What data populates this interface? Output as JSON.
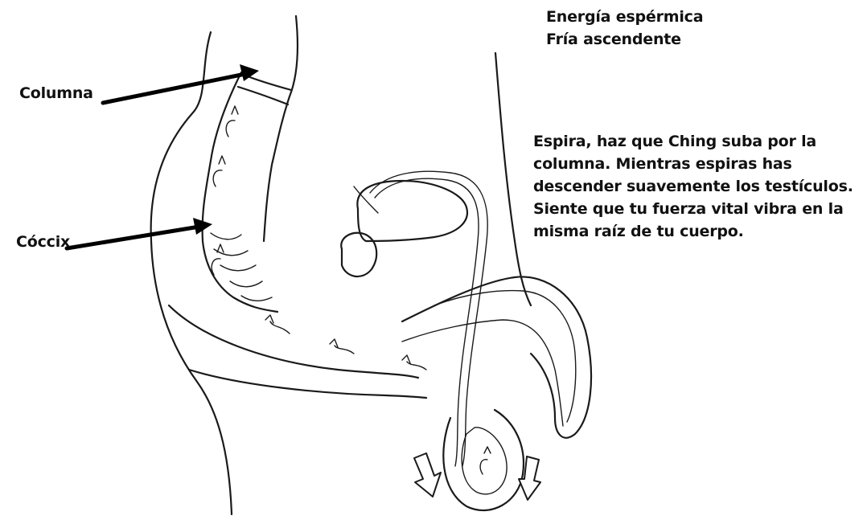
{
  "labels": {
    "columna": "Columna",
    "coccix": "Cóccix"
  },
  "header": {
    "line1": "Energía espérmica",
    "line2": "Fría ascendente"
  },
  "instructions": {
    "lines": [
      "Espira, haz que Ching suba por la",
      "columna. Mientras espiras has",
      "descender suavemente los testículos.",
      "Siente que tu fuerza vital vibra en la",
      "misma raíz de tu cuerpo."
    ]
  },
  "colors": {
    "ink": "#1a1a1a",
    "pointer": "#000000",
    "background": "#ffffff"
  }
}
